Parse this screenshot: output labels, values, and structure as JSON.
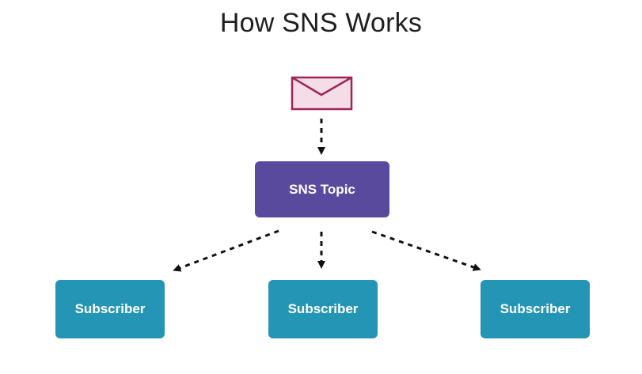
{
  "title": "How SNS Works",
  "nodes": {
    "message": {
      "icon": "envelope-icon"
    },
    "topic": {
      "label": "SNS Topic"
    },
    "subscribers": [
      {
        "label": "Subscriber"
      },
      {
        "label": "Subscriber"
      },
      {
        "label": "Subscriber"
      }
    ]
  },
  "colors": {
    "topic": "#5a4a9e",
    "subscriber": "#2595b5",
    "envelope_fill": "#f4dde6",
    "envelope_stroke": "#a0245a",
    "arrow": "#111111"
  }
}
